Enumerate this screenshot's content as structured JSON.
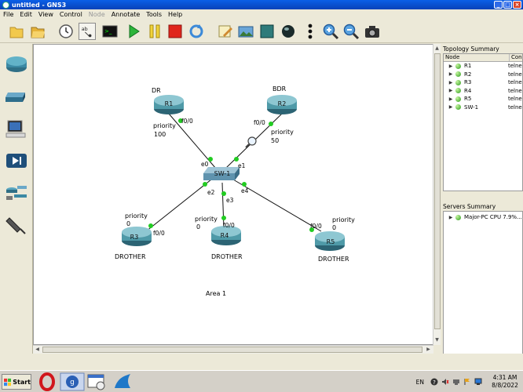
{
  "window": {
    "title": "untitled - GNS3"
  },
  "menu": [
    {
      "label": "File",
      "disabled": false
    },
    {
      "label": "Edit",
      "disabled": false
    },
    {
      "label": "View",
      "disabled": false
    },
    {
      "label": "Control",
      "disabled": false
    },
    {
      "label": "Node",
      "disabled": true
    },
    {
      "label": "Annotate",
      "disabled": false
    },
    {
      "label": "Tools",
      "disabled": false
    },
    {
      "label": "Help",
      "disabled": false
    }
  ],
  "canvas": {
    "nodes": {
      "R1": {
        "name": "R1",
        "role": "DR",
        "priority_label": "priority",
        "priority_value": "100"
      },
      "R2": {
        "name": "R2",
        "role": "BDR",
        "priority_label": "priority",
        "priority_value": "50"
      },
      "R3": {
        "name": "R3",
        "role": "DROTHER",
        "priority_label": "priority",
        "priority_value": "0"
      },
      "R4": {
        "name": "R4",
        "role": "DROTHER",
        "priority_label": "priority",
        "priority_value": "0"
      },
      "R5": {
        "name": "R5",
        "role": "DROTHER",
        "priority_label": "priority",
        "priority_value": "0"
      },
      "SW1": {
        "name": "SW-1"
      }
    },
    "ports": {
      "r1_f": "f0/0",
      "r2_f": "f0/0",
      "r3_f": "f0/0",
      "r4_f": "f0/0",
      "r5_f": "f0/0",
      "e0": "e0",
      "e1": "e1",
      "e2": "e2",
      "e3": "e3",
      "e4": "e4"
    },
    "area_label": "Area 1"
  },
  "topology_summary": {
    "title": "Topology Summary",
    "col_node": "Node",
    "col_console": "Cons",
    "rows": [
      {
        "name": "R1",
        "console": "telne"
      },
      {
        "name": "R2",
        "console": "telne"
      },
      {
        "name": "R3",
        "console": "telne"
      },
      {
        "name": "R4",
        "console": "telne"
      },
      {
        "name": "R5",
        "console": "telne"
      },
      {
        "name": "SW-1",
        "console": "telne"
      }
    ]
  },
  "servers_summary": {
    "title": "Servers Summary",
    "rows": [
      {
        "name": "Major-PC CPU 7.9%..."
      }
    ]
  },
  "taskbar": {
    "start_label": "Start",
    "lang": "EN",
    "time": "4:31 AM",
    "date": "8/8/2022"
  },
  "colors": {
    "link_dot": "#22cc22",
    "router_body": "#4f9aa8",
    "title_bar": "#0a5fe8"
  }
}
